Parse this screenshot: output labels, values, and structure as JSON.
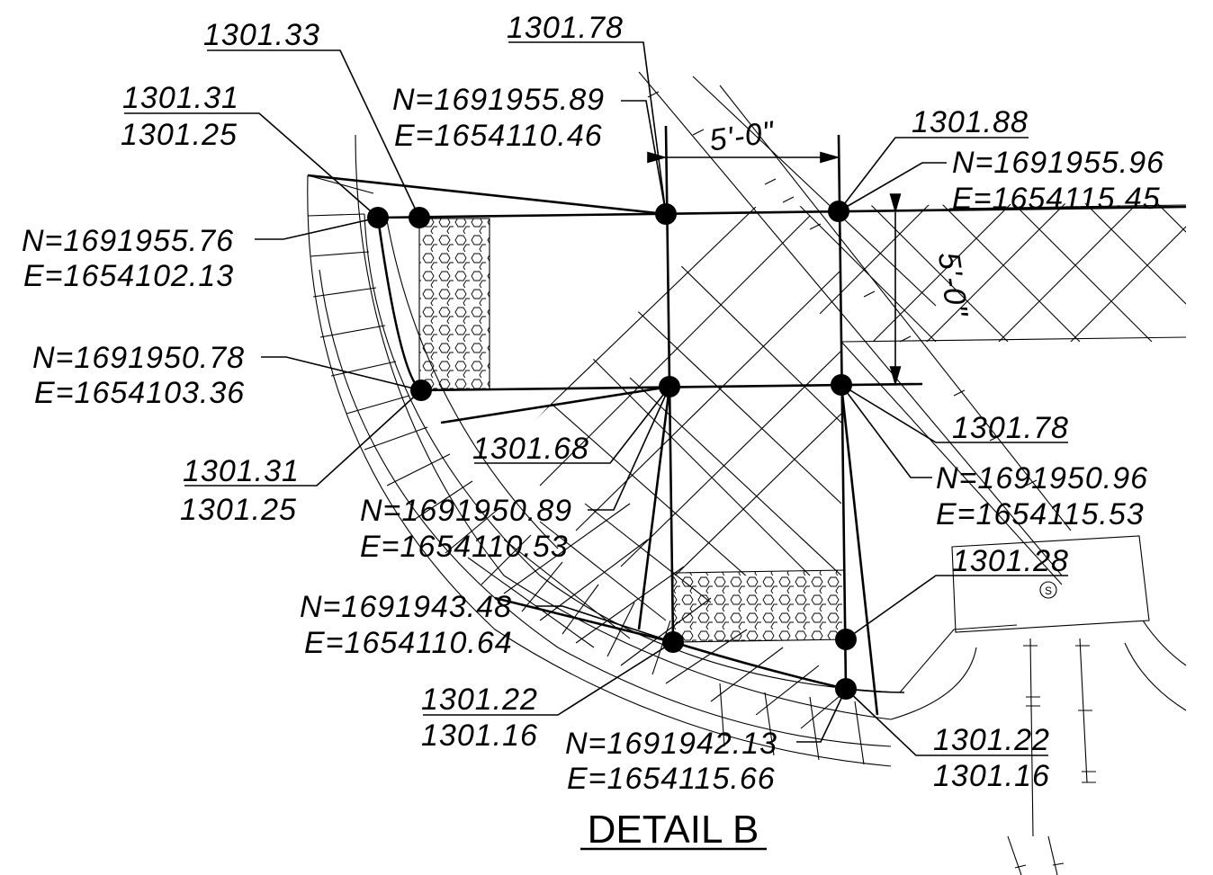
{
  "title": "DETAIL B",
  "dimensions": {
    "horizontal": "5'-0\"",
    "vertical": "5'-0\""
  },
  "symbol": "S",
  "elevations": [
    {
      "id": "e1",
      "line1": "1301.33",
      "line2": ""
    },
    {
      "id": "e2",
      "line1": "1301.78",
      "line2": ""
    },
    {
      "id": "e3",
      "line1": "1301.31",
      "line2": "1301.25"
    },
    {
      "id": "e4",
      "line1": "1301.88",
      "line2": ""
    },
    {
      "id": "e5",
      "line1": "1301.31",
      "line2": "1301.25"
    },
    {
      "id": "e6",
      "line1": "1301.68",
      "line2": ""
    },
    {
      "id": "e7",
      "line1": "1301.78",
      "line2": ""
    },
    {
      "id": "e8",
      "line1": "1301.28",
      "line2": ""
    },
    {
      "id": "e9",
      "line1": "1301.22",
      "line2": "1301.16"
    },
    {
      "id": "e10",
      "line1": "1301.22",
      "line2": "1301.16"
    }
  ],
  "coordinates": [
    {
      "id": "c1",
      "n": "N=1691955.89",
      "e": "E=1654110.46"
    },
    {
      "id": "c2",
      "n": "N=1691955.96",
      "e": "E=1654115.45"
    },
    {
      "id": "c3",
      "n": "N=1691955.76",
      "e": "E=1654102.13"
    },
    {
      "id": "c4",
      "n": "N=1691950.78",
      "e": "E=1654103.36"
    },
    {
      "id": "c5",
      "n": "N=1691950.96",
      "e": "E=1654115.53"
    },
    {
      "id": "c6",
      "n": "N=1691950.89",
      "e": "E=1654110.53"
    },
    {
      "id": "c7",
      "n": "N=1691943.48",
      "e": "E=1654110.64"
    },
    {
      "id": "c8",
      "n": "N=1691942.13",
      "e": "E=1654115.66"
    }
  ]
}
